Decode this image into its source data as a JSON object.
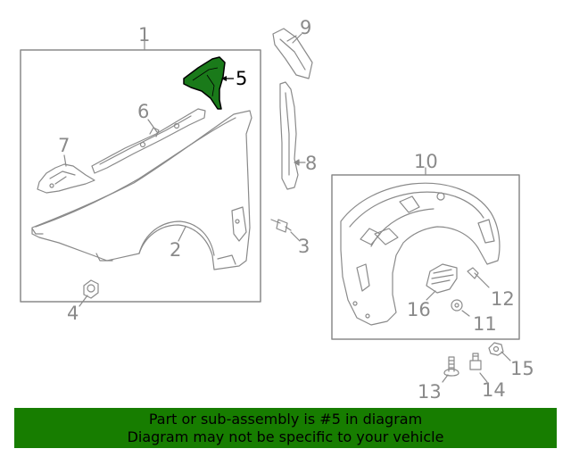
{
  "diagram": {
    "callouts": {
      "c1": "1",
      "c2": "2",
      "c3": "3",
      "c4": "4",
      "c5": "5",
      "c6": "6",
      "c7": "7",
      "c8": "8",
      "c9": "9",
      "c10": "10",
      "c11": "11",
      "c12": "12",
      "c13": "13",
      "c14": "14",
      "c15": "15",
      "c16": "16"
    },
    "highlighted_part": "5",
    "colors": {
      "line": "#8a8a8a",
      "highlight_fill": "#1a7a1a",
      "highlight_callout": "#000000"
    }
  },
  "banner": {
    "line1": "Part or sub-assembly is #5 in diagram",
    "line2": "Diagram may not be specific to your vehicle",
    "color": "#177d00"
  }
}
